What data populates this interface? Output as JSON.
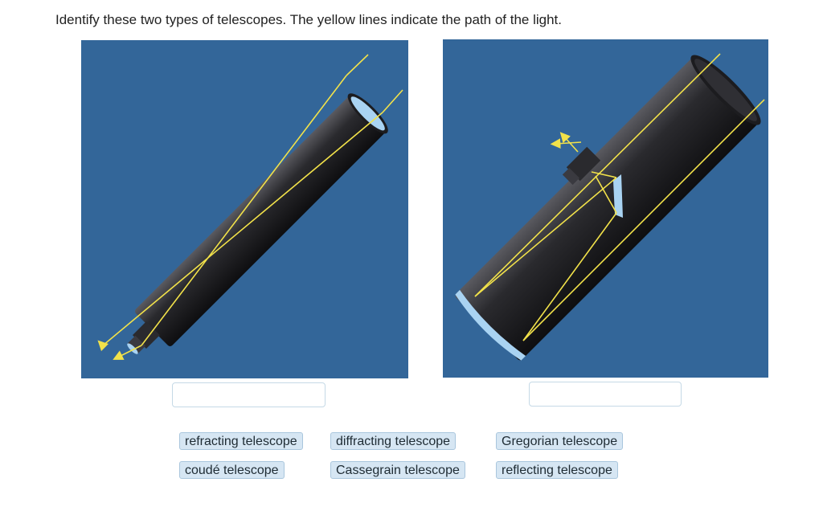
{
  "question": "Identify these two types of telescopes. The yellow lines indicate the path of the light.",
  "drop_targets": [
    {
      "value": ""
    },
    {
      "value": ""
    }
  ],
  "answer_choices": [
    {
      "label": "refracting telescope"
    },
    {
      "label": "diffracting telescope"
    },
    {
      "label": "Gregorian telescope"
    },
    {
      "label": "coudé telescope"
    },
    {
      "label": "Cassegrain telescope"
    },
    {
      "label": "reflecting telescope"
    }
  ],
  "colors": {
    "panel_background": "#336699",
    "tube": "#2a2a2e",
    "light_path": "#f2e24a",
    "lens": "#a9d3f2",
    "chip_background": "#d6e6f3",
    "chip_border": "#a9c6dd"
  }
}
